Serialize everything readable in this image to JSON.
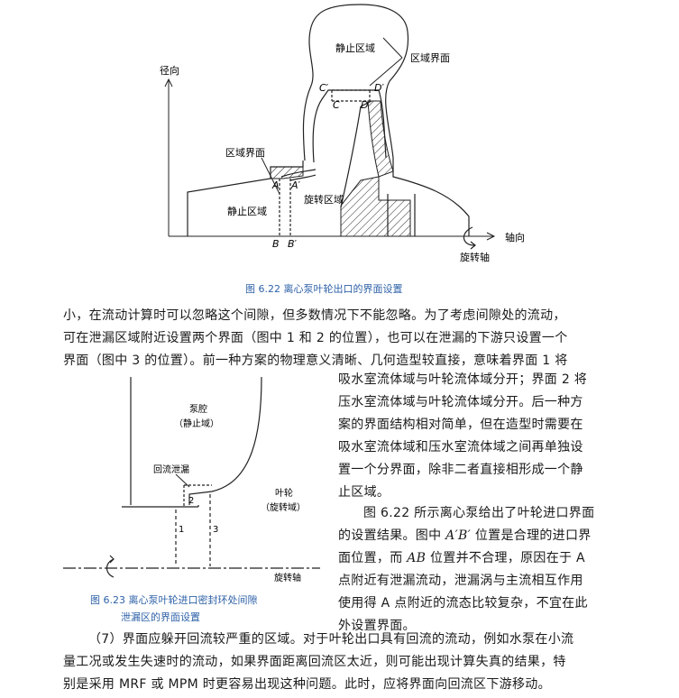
{
  "figure622": {
    "caption": "图 6.22   离心泵叶轮出口的界面设置",
    "labels": {
      "radial": "径向",
      "static_top": "静止区域",
      "interface_top": "区域界面",
      "c_prime": "C′",
      "d_prime": "D′",
      "c": "C",
      "d": "D",
      "interface_left": "区域界面",
      "a": "A",
      "a_prime": "A′",
      "rotating": "旋转区域",
      "static_left": "静止区域",
      "b": "B",
      "b_prime": "B′",
      "axial": "轴向",
      "rot_axis": "旋转轴"
    }
  },
  "paragraph1": [
    "小，在流动计算时可以忽略这个间隙，但多数情况下不能忽略。为了考虑间隙处的流动，",
    "可在泄漏区域附近设置两个界面（图中 1 和 2 的位置），也可以在泄漏的下游只设置一个",
    "界面（图中 3 的位置）。前一种方案的物理意义清晰、几何造型较直接，意味着界面 1 将"
  ],
  "side_text": [
    "吸水室流体域与叶轮流体域分开；界面 2 将",
    "压水室流体域与叶轮流体域分开。后一种方",
    "案的界面结构相对简单，但在造型时需要在",
    "吸水室流体域和压水室流体域之间再单独设",
    "置一个分界面，除非二者直接相形成一个静",
    "止区域。"
  ],
  "side_text2": {
    "line1": "图 6.22 所示离心泵给出了叶轮进口界面",
    "line2_pre": "的设置结果。图中 ",
    "line2_it": "A′B′",
    "line2_post": " 位置是合理的进口界",
    "line3_pre": "面位置，而 ",
    "line3_it": "AB",
    "line3_post": " 位置并不合理，原因在于 A",
    "line4": "点附近有泄漏流动，泄漏涡与主流相互作用",
    "line5": "使用得 A 点附近的流态比较复杂，不宜在此",
    "line6": "外设置界面。"
  },
  "figure623": {
    "caption_line1": "图 6.23   离心泵叶轮进口密封环处间隙",
    "caption_line2": "泄漏区的界面设置",
    "labels": {
      "pump_cavity": "泵腔",
      "static": "（静止域）",
      "leak": "回流泄漏",
      "n2": "2",
      "impeller": "叶轮",
      "rotating": "（旋转域）",
      "n1": "1",
      "n3": "3",
      "rot_axis": "旋转轴"
    }
  },
  "paragraph7": [
    "（7）界面应躲开回流较严重的区域。对于叶轮出口具有回流的流动，例如水泵在小流",
    "量工况或发生失速时的流动，如果界面距离回流区太近，则可能出现计算失真的结果，特",
    "别是采用 MRF 或 MPM 时更容易出现这种问题。此时，应将界面向回流区下游移动。"
  ]
}
